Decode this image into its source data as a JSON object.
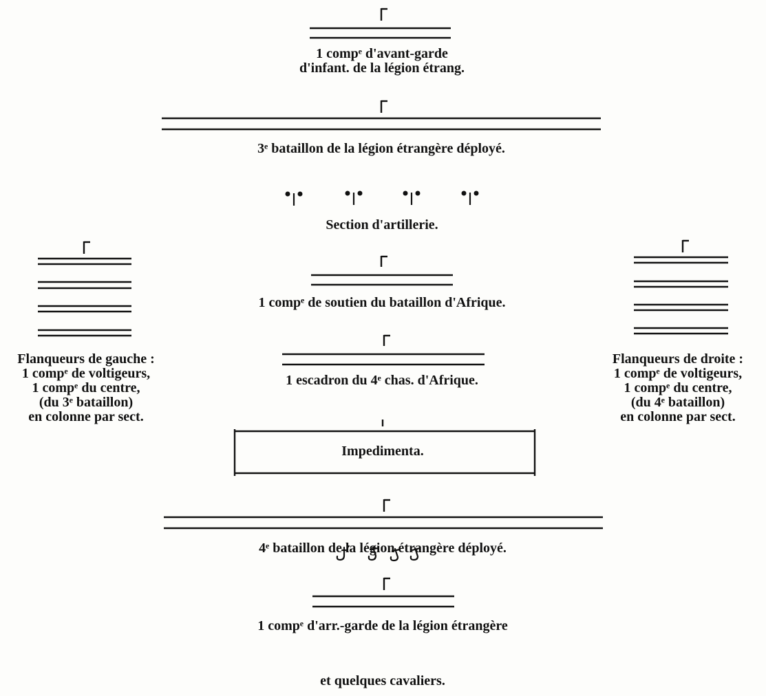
{
  "diagram": {
    "units": {
      "advance_guard": [
        "1 compᵉ d'avant-garde",
        "d'infant. de la légion étrang."
      ],
      "battalion_3": "3ᵉ bataillon de la légion étrangère déployé.",
      "artillery": "Section d'artillerie.",
      "support_company": "1 compᵉ de soutien du bataillon d'Afrique.",
      "squadron": "1 escadron du 4ᵉ chas. d'Afrique.",
      "impedimenta": "Impedimenta.",
      "battalion_4": "4ᵉ bataillon de la légion étrangère déployé.",
      "rear_guard": "1 compᵉ d'arr.-garde de la légion étrangère",
      "cavalry": "et quelques cavaliers.",
      "left_flank": [
        "Flanqueurs de gauche :",
        "1 compᵉ de voltigeurs,",
        "1 compᵉ du centre,",
        "(du 3ᵉ bataillon)",
        "en colonne par sect."
      ],
      "right_flank": [
        "Flanqueurs de droite :",
        "1 compᵉ de voltigeurs,",
        "1 compᵉ du centre,",
        "(du 4ᵉ bataillon)",
        "en colonne par sect."
      ]
    }
  }
}
